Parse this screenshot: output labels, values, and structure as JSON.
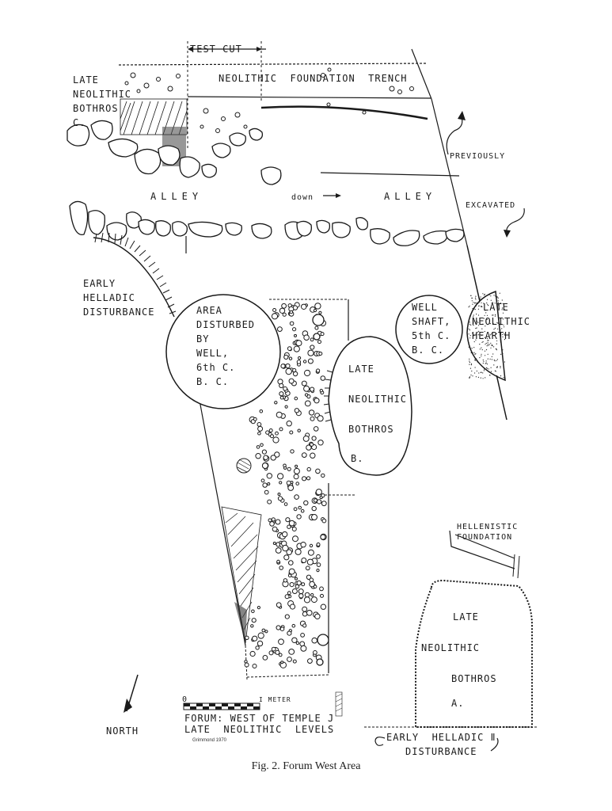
{
  "labels": {
    "test_cut": "TEST CUT",
    "foundation_trench": "NEOLITHIC  FOUNDATION  TRENCH",
    "bothros_c": [
      "LATE",
      "NEOLITHIC",
      "BOTHROS",
      "C."
    ],
    "previously": "PREVIOUSLY",
    "excavated": "EXCAVATED",
    "alley_left": "ALLEY",
    "down": "down",
    "alley_right": "ALLEY",
    "early_helladic": [
      "EARLY",
      "HELLADIC",
      "DISTURBANCE"
    ],
    "area_disturbed": [
      "AREA",
      "DISTURBED",
      "BY",
      "WELL,",
      "6th C.",
      "B. C."
    ],
    "well_shaft": [
      "WELL",
      "SHAFT,",
      "5th C.",
      "B. C."
    ],
    "late_neolithic_hearth": [
      "LATE",
      "NEOLITHIC",
      "HEARTH"
    ],
    "bothros_b": [
      "LATE",
      "NEOLITHIC",
      "BOTHROS",
      "B."
    ],
    "hellenistic": [
      "HELLENISTIC",
      "FOUNDATION"
    ],
    "bothros_a": [
      "LATE",
      "NEOLITHIC",
      "BOTHROS",
      "A."
    ],
    "early_helladic_ii": [
      "EARLY  HELLADIC Ⅱ",
      "DISTURBANCE"
    ],
    "north": "NORTH",
    "scale_zero": "0",
    "scale_one": "I METER",
    "title": [
      "FORUM: WEST OF TEMPLE J",
      "LATE  NEOLITHIC  LEVELS"
    ],
    "signature": "Grimmond 1970"
  },
  "caption": "Fig. 2.  Forum West Area"
}
